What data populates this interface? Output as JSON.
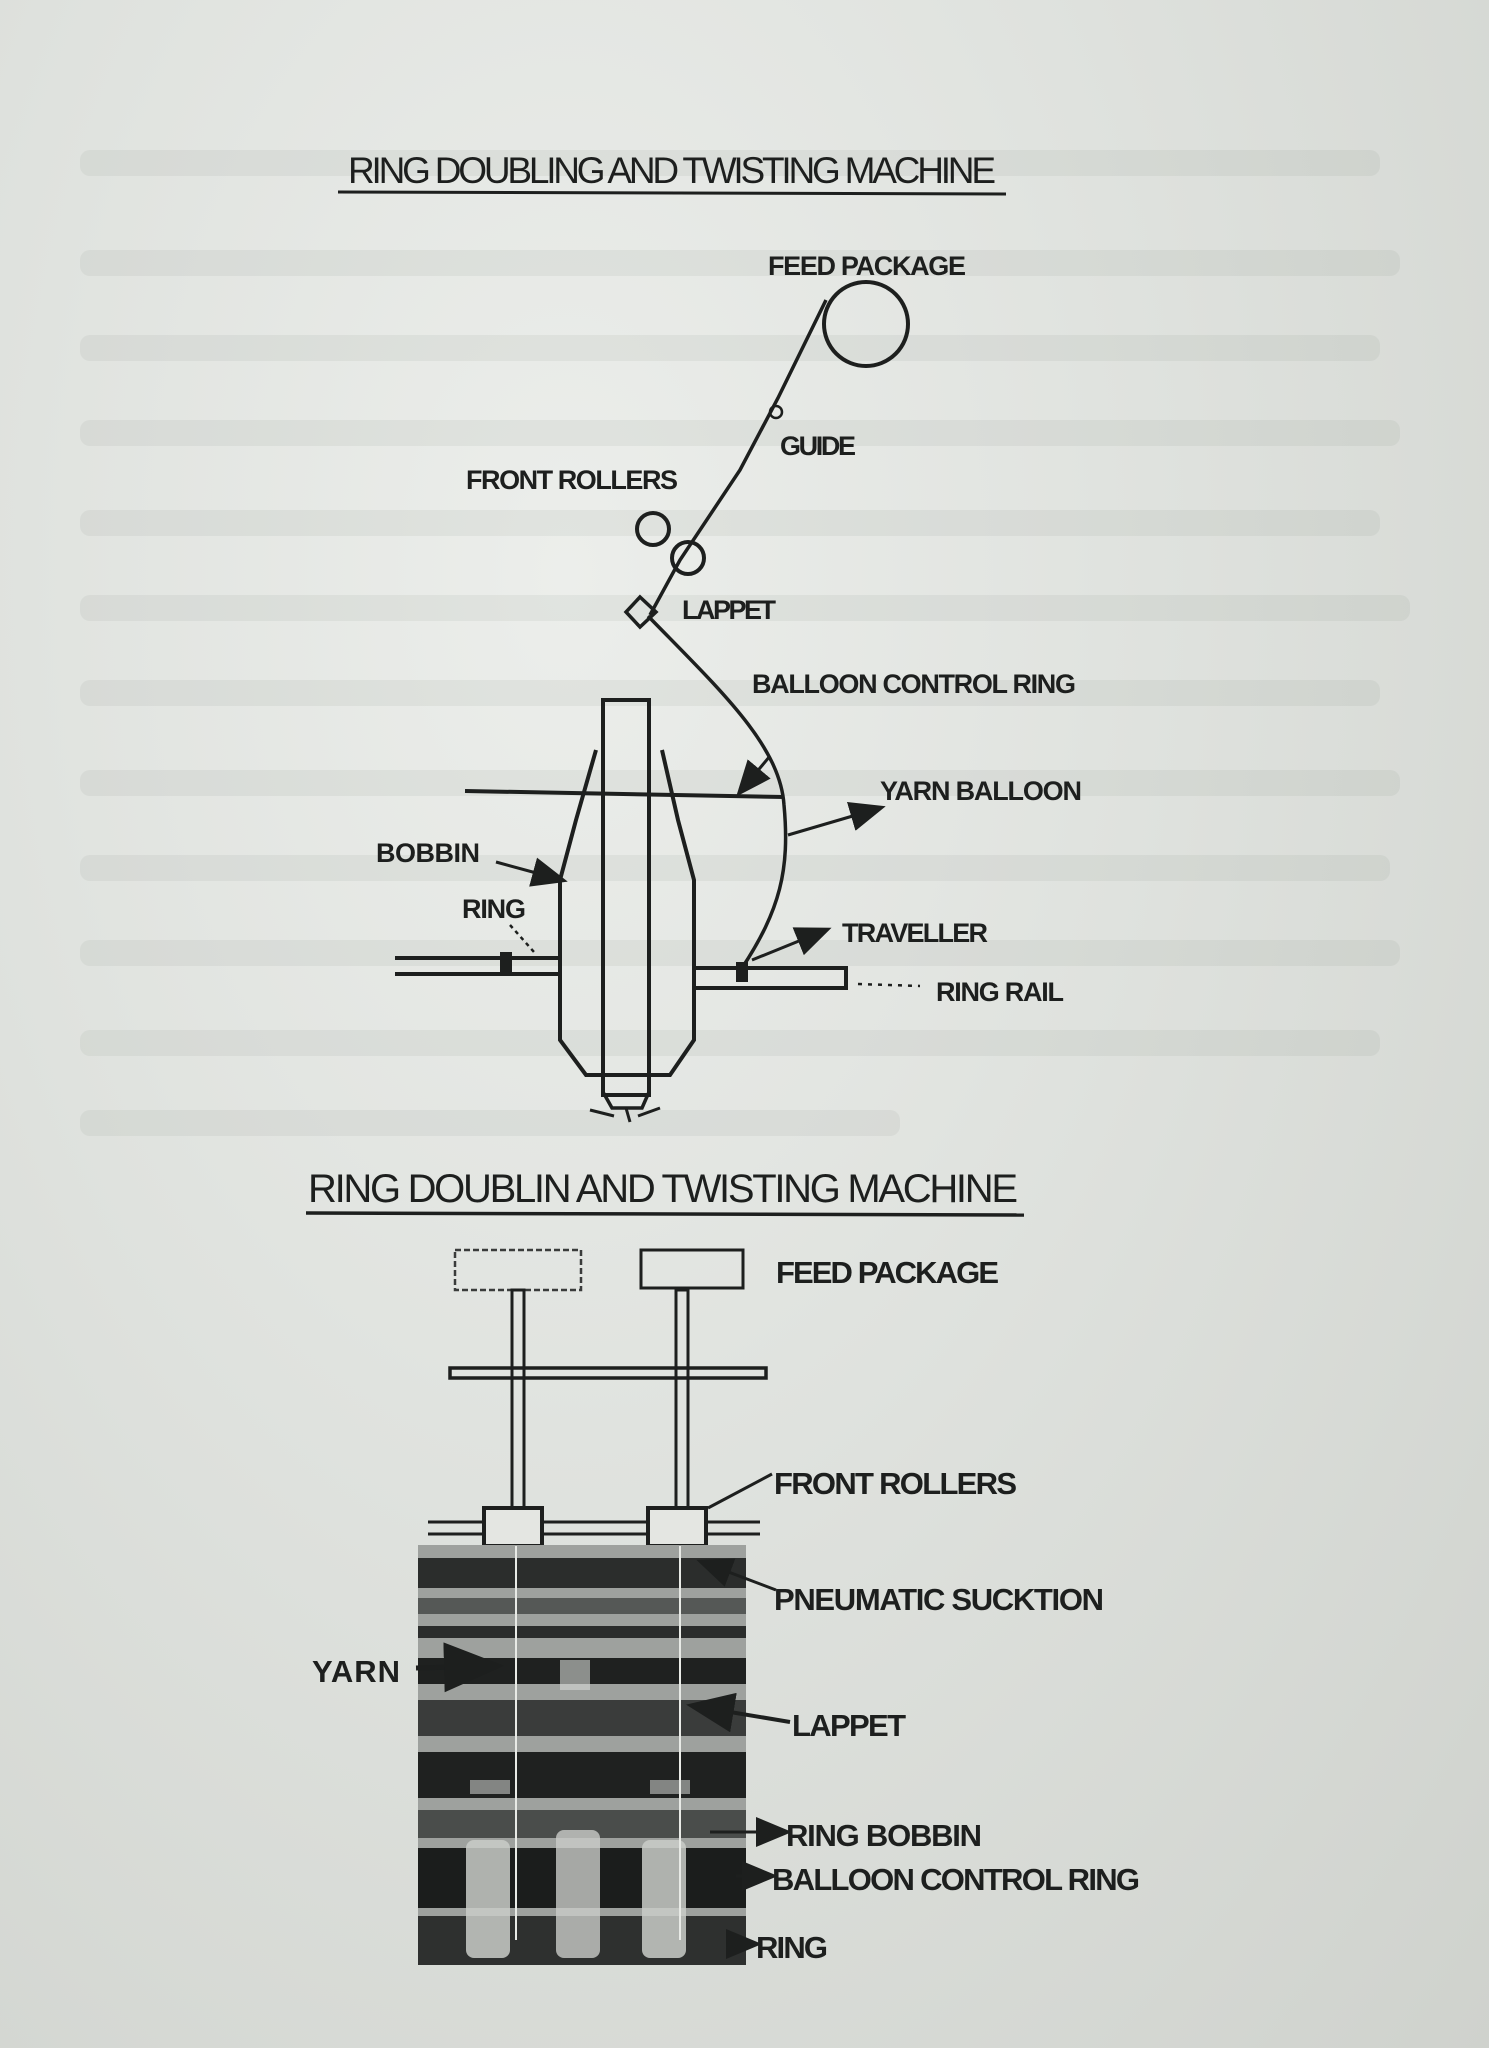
{
  "colors": {
    "ink": "#1d1f1e",
    "paper": "#e4e6e2"
  },
  "diagram1": {
    "title": "RING DOUBLING AND TWISTING MACHINE",
    "labels": {
      "feed_package": "FEED PACKAGE",
      "guide": "GUIDE",
      "front_rollers": "FRONT ROLLERS",
      "lappet": "LAPPET",
      "balloon_control_ring": "BALLOON CONTROL RING",
      "yarn_balloon": "YARN BALLOON",
      "bobbin": "BOBBIN",
      "ring": "RING",
      "traveller": "TRAVELLER",
      "ring_rail": "RING RAIL"
    }
  },
  "diagram2": {
    "title": "RING DOUBLIN AND TWISTING MACHINE",
    "labels": {
      "feed_package": "FEED PACKAGE",
      "front_rollers": "FRONT ROLLERS",
      "pneumatic_suction": "PNEUMATIC SUCKTION",
      "yarn": "YARN",
      "lappet": "LAPPET",
      "ring_bobbin": "RING BOBBIN",
      "balloon_control_ring": "BALLOON CONTROL RING",
      "ring": "RING"
    }
  }
}
